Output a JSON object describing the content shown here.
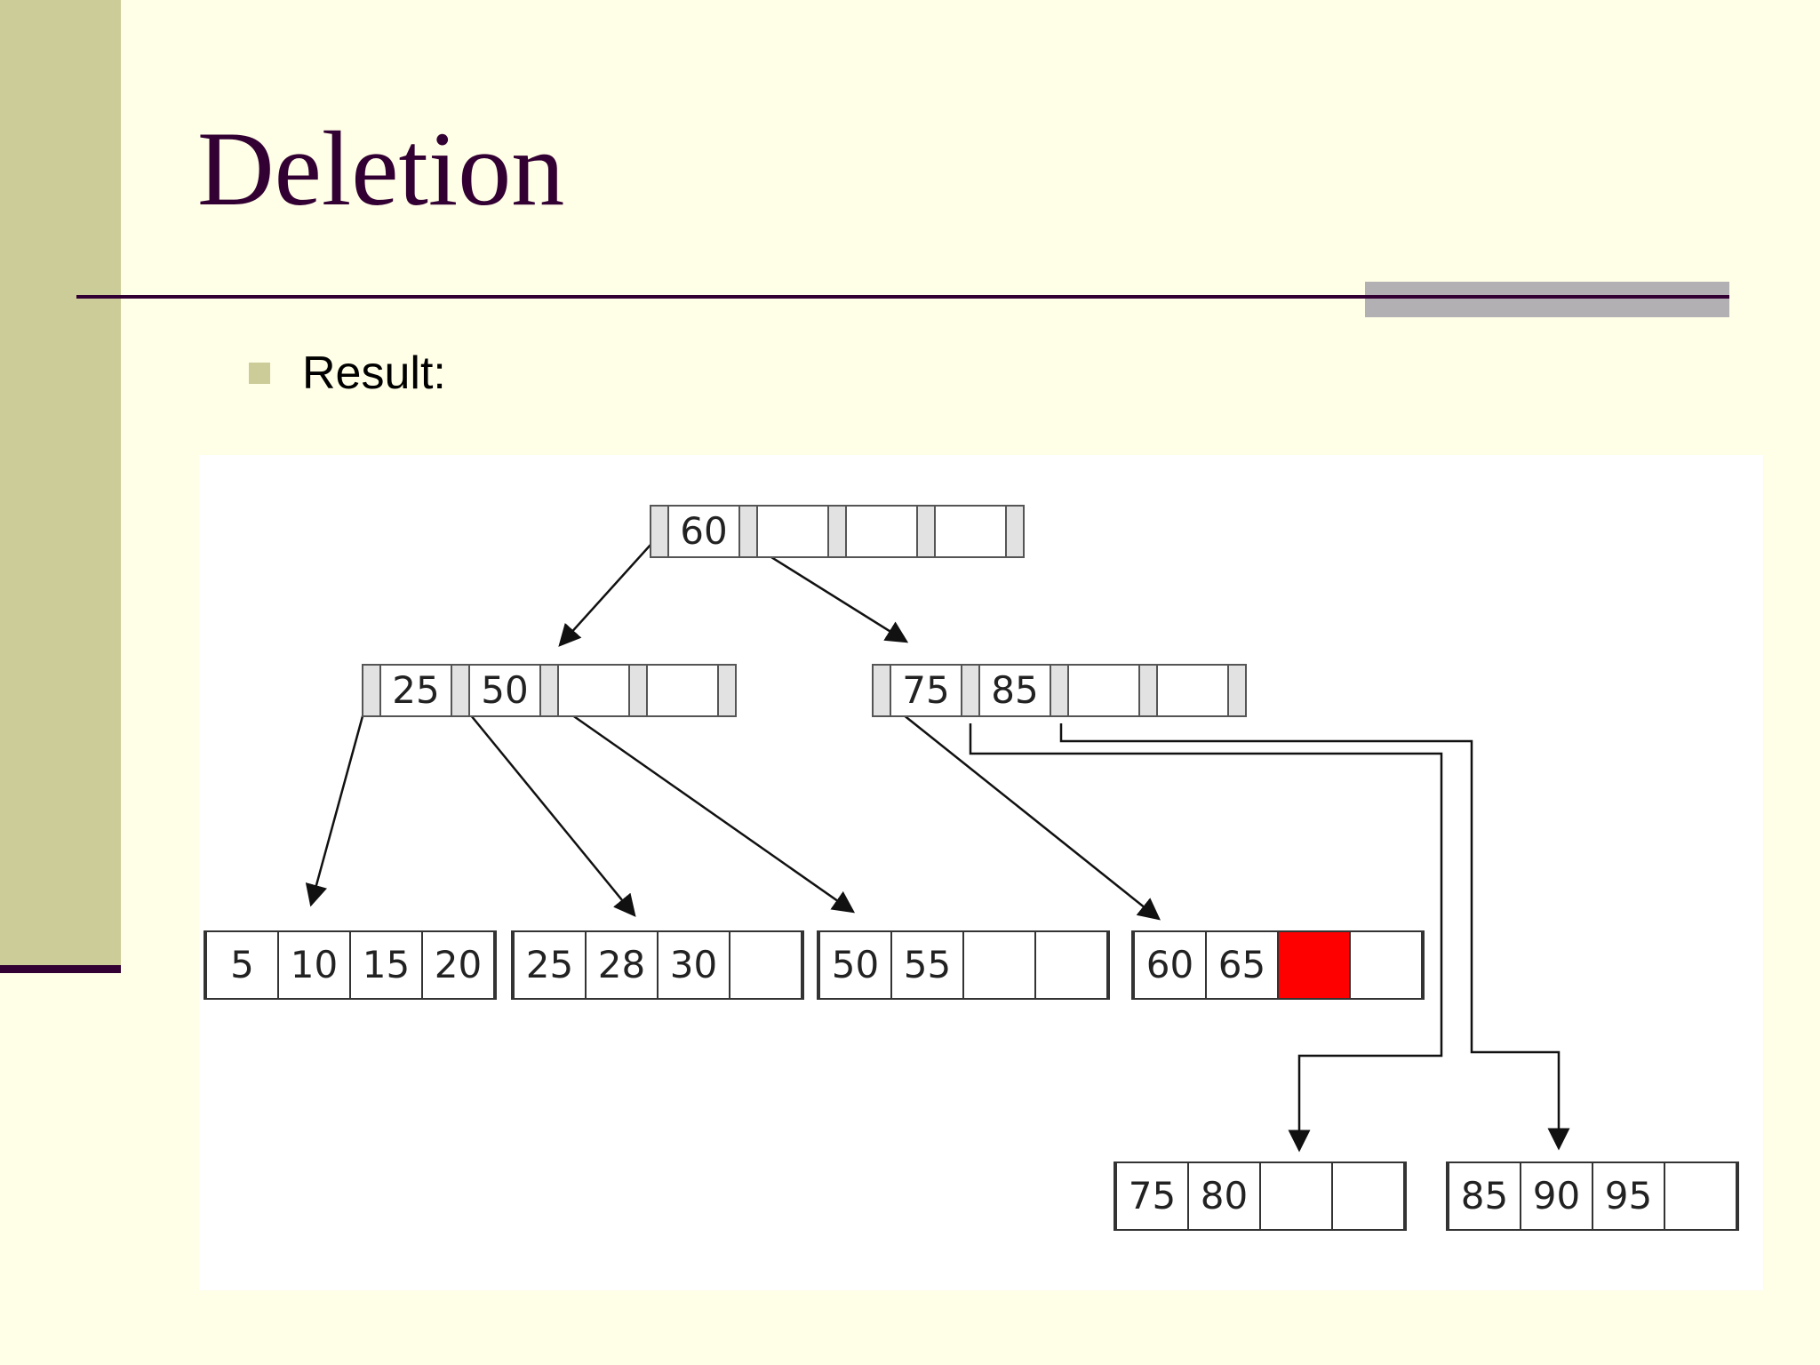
{
  "slide": {
    "title": "Deletion",
    "bullets": [
      "Result:"
    ]
  },
  "colors": {
    "background": "#fffee6",
    "accent_bar": "#cccc99",
    "title": "#330033",
    "deleted_slot": "#ff0000"
  },
  "tree": {
    "root": {
      "keys": [
        "60",
        "",
        "",
        ""
      ]
    },
    "internal_left": {
      "keys": [
        "25",
        "50",
        "",
        ""
      ]
    },
    "internal_right": {
      "keys": [
        "75",
        "85",
        "",
        ""
      ]
    },
    "leaves": [
      {
        "keys": [
          "5",
          "10",
          "15",
          "20"
        ]
      },
      {
        "keys": [
          "25",
          "28",
          "30",
          ""
        ]
      },
      {
        "keys": [
          "50",
          "55",
          "",
          ""
        ]
      },
      {
        "keys": [
          "60",
          "65",
          "",
          ""
        ],
        "deleted_slot": 2
      },
      {
        "keys": [
          "75",
          "80",
          "",
          ""
        ]
      },
      {
        "keys": [
          "85",
          "90",
          "95",
          ""
        ]
      }
    ]
  }
}
